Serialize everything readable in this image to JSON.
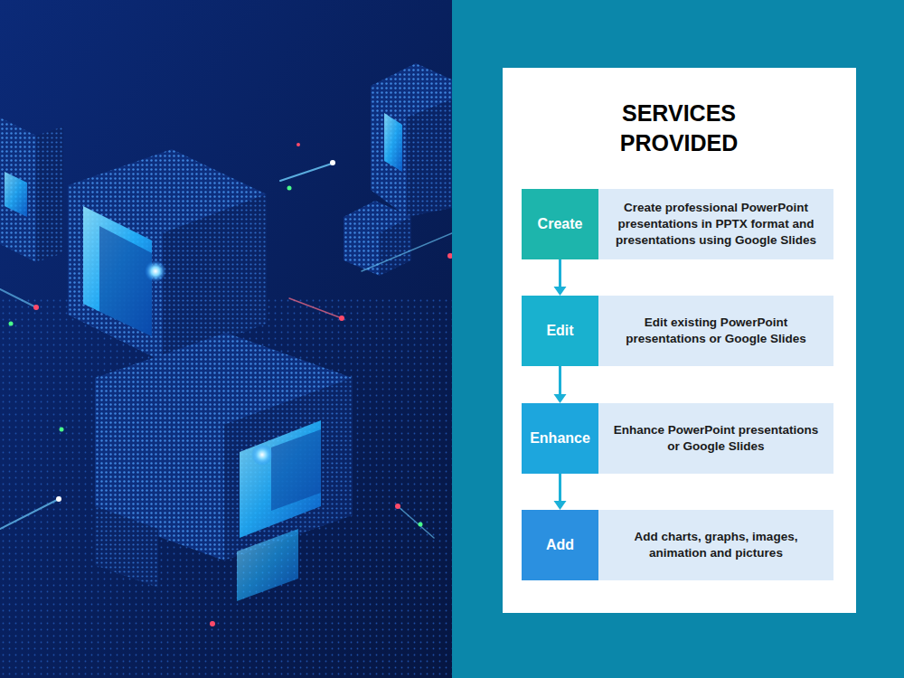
{
  "diagram": {
    "title": "SERVICES PROVIDED",
    "nodes": [
      {
        "text": [
          "Create"
        ]
      },
      {
        "text": [
          "Create professional PowerPoint presentations in PPTX format and presentations using Google Slides"
        ]
      },
      {
        "text": [
          "Edit"
        ]
      },
      {
        "text": [
          "Edit existing PowerPoint presentations or Google Slides"
        ]
      },
      {
        "text": [
          "Enhance"
        ]
      },
      {
        "text": [
          "Enhance PowerPoint presentations or Google Slides"
        ]
      },
      {
        "text": [
          "Add"
        ]
      },
      {
        "text": [
          "Add charts, graphs, images, animation and pictures"
        ]
      }
    ],
    "edges": [
      {
        "from": 0,
        "to": 2,
        "arrow": "to"
      },
      {
        "from": 2,
        "to": 4,
        "arrow": "to"
      },
      {
        "from": 4,
        "to": 6,
        "arrow": "to"
      }
    ]
  }
}
